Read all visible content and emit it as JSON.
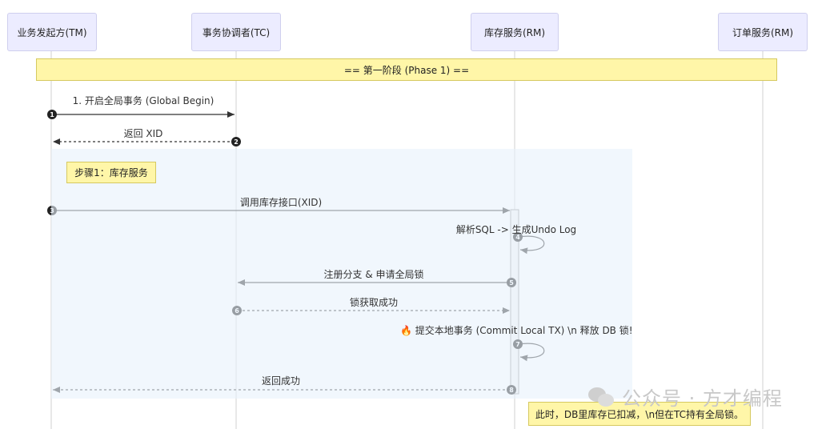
{
  "actors": [
    "业务发起方(TM)",
    "事务协调者(TC)",
    "库存服务(RM)",
    "订单服务(RM)"
  ],
  "phase_label": "== 第一阶段 (Phase 1) ==",
  "step_note": "步骤1：库存服务",
  "bottom_note": "此时，DB里库存已扣减，\\n但在TC持有全局锁。",
  "messages": [
    {
      "num": "1",
      "label": "1. 开启全局事务 (Global Begin)"
    },
    {
      "num": "2",
      "label": "返回 XID"
    },
    {
      "num": "3",
      "label": "调用库存接口(XID)"
    },
    {
      "num": "4",
      "label": "解析SQL -> 生成Undo Log"
    },
    {
      "num": "5",
      "label": "注册分支 & 申请全局锁"
    },
    {
      "num": "6",
      "label": "锁获取成功"
    },
    {
      "num": "7",
      "label": "🔥 提交本地事务 (Commit Local TX) \\n 释放 DB 锁!"
    },
    {
      "num": "8",
      "label": "返回成功"
    }
  ],
  "watermark": "公众号 · 方才编程",
  "colors": {
    "actor_bg": "#ececff",
    "note_bg": "#fff6a8",
    "line": "#333333",
    "rect_bg": "#eef5fc"
  }
}
